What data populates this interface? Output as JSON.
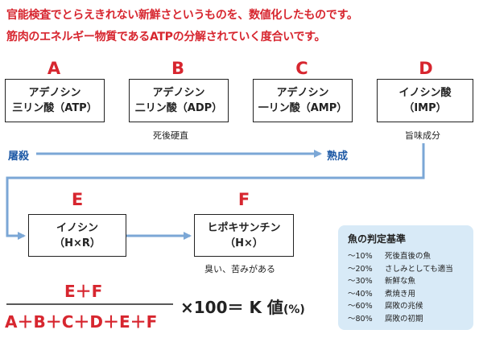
{
  "intro": {
    "line1": "官能検査でとらえきれない新鮮さというものを、数値化したものです。",
    "line2": "筋肉のエネルギー物質であるATPの分解されていく度合いです。"
  },
  "stages": [
    {
      "letter": "A",
      "line1": "アデノシン",
      "line2": "三リン酸（ATP）",
      "note": ""
    },
    {
      "letter": "B",
      "line1": "アデノシン",
      "line2": "二リン酸（ADP）",
      "note": "死後硬直"
    },
    {
      "letter": "C",
      "line1": "アデノシン",
      "line2": "一リン酸（AMP）",
      "note": ""
    },
    {
      "letter": "D",
      "line1": "イノシン酸",
      "line2": "（IMP）",
      "note": "旨味成分"
    },
    {
      "letter": "E",
      "line1": "イノシン",
      "line2": "（H×R）",
      "note": ""
    },
    {
      "letter": "F",
      "line1": "ヒポキサンチン",
      "line2": "（H×）",
      "note": "臭い、苦みがある"
    }
  ],
  "timeline": {
    "start": "屠殺",
    "end": "熟成"
  },
  "legend": {
    "title": "魚の判定基準",
    "rows": [
      {
        "range": "～10%",
        "desc": "死後直後の魚"
      },
      {
        "range": "～20%",
        "desc": "さしみとしても適当"
      },
      {
        "range": "～30%",
        "desc": "新鮮な魚"
      },
      {
        "range": "～40%",
        "desc": "煮焼き用"
      },
      {
        "range": "～60%",
        "desc": "腐敗の兆候"
      },
      {
        "range": "～80%",
        "desc": "腐敗の初期"
      }
    ]
  },
  "formula": {
    "numerator": "E＋F",
    "denominator": "A＋B＋C＋D＋E＋F",
    "suffix": "×100＝ K 値",
    "unit": "(%)"
  },
  "colors": {
    "accent_red": "#d7262f",
    "arrow_blue": "#7ba7d6",
    "legend_bg": "#d8eaf7"
  }
}
